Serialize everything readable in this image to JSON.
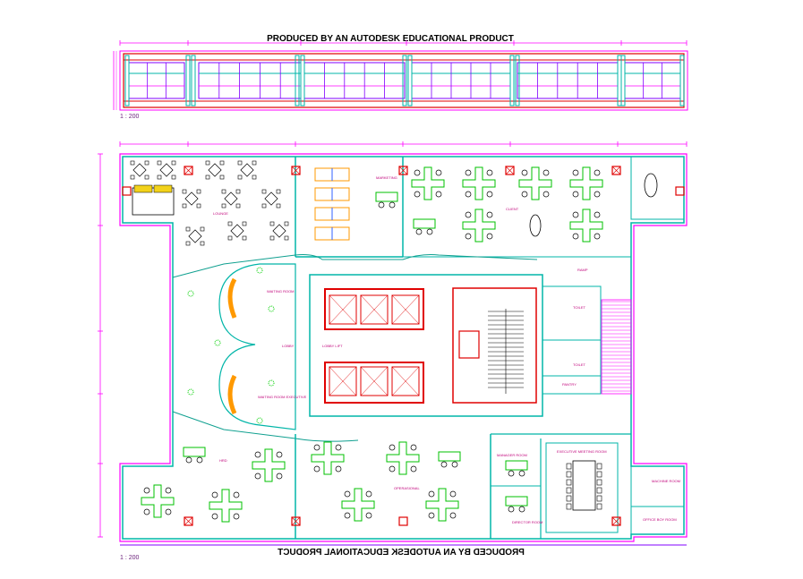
{
  "banner_top": "PRODUCED BY AN AUTODESK EDUCATIONAL PRODUCT",
  "banner_bottom": "PRODUCED BY AN AUTODESK EDUCATIONAL PRODUCT",
  "scale_elevation": "1 : 200",
  "scale_plan": "1 : 200",
  "rooms": {
    "lounge": "LOUNGE",
    "marketing": "MARKETING",
    "client": "CLIENT",
    "ramp": "RAMP",
    "waiting_room": "WAITING ROOM",
    "lobby": "LOBBY",
    "lobby_lift": "LOBBY LIFT",
    "waiting_room_executive": "WAITING ROOM EXECUTIVE",
    "toilet_1": "TOILET",
    "toilet_2": "TOILET",
    "pantry": "PANTRY",
    "hrd": "HRD",
    "operasional": "OPERASIONAL",
    "manager_room": "MANAGER ROOM",
    "director_room": "DIRECTOR ROOM",
    "executive_meeting_room": "EXECUTIVE MEETING ROOM",
    "machine_room": "MACHINE ROOM",
    "office_boy_room": "OFFICE BOY ROOM"
  },
  "colors": {
    "wall": "#00b5a8",
    "dimension": "#ff00ff",
    "column": "#e00000",
    "furniture_green": "#00c000",
    "glazing": "#8000ff"
  }
}
